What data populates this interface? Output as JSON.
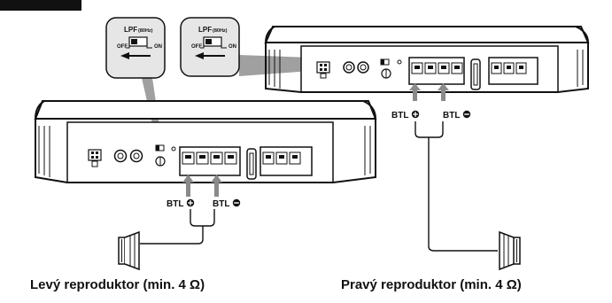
{
  "callouts": [
    {
      "lpf": "LPF",
      "freq": "(80Hz)",
      "off": "OFF",
      "on": "ON"
    },
    {
      "lpf": "LPF",
      "freq": "(80Hz)",
      "off": "OFF",
      "on": "ON"
    }
  ],
  "left_amp": {
    "btl_plus": "BTL",
    "btl_minus": "BTL"
  },
  "right_amp": {
    "btl_plus": "BTL",
    "btl_minus": "BTL"
  },
  "captions": {
    "left": "Levý reproduktor (min. 4 Ω)",
    "right": "Pravý reproduktor (min. 4 Ω)"
  },
  "colors": {
    "stroke": "#111111",
    "callout_fill": "#e6e6e6",
    "arrow_gray": "#8a8a8a",
    "leader_gray": "#9a9a9a"
  }
}
